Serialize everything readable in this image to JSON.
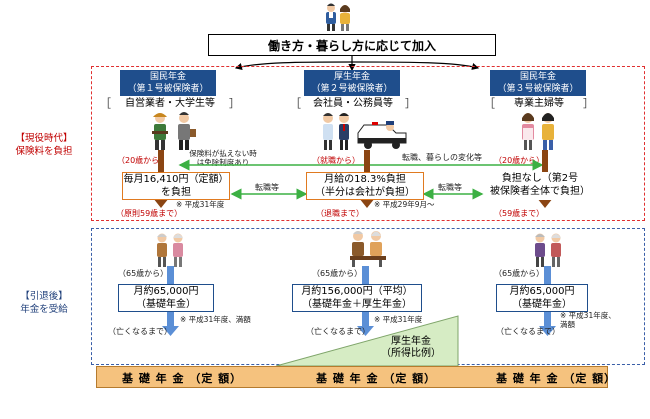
{
  "header": {
    "title": "働き方・暮らし方に応じて加入"
  },
  "sections": {
    "active": [
      "【現役時代】",
      "保険料を負担"
    ],
    "retired": [
      "【引退後】",
      "年金を受給"
    ]
  },
  "insured": [
    {
      "title": "国民年金",
      "sub": "（第１号被保険者）",
      "occupation": "自営業者・大学生等"
    },
    {
      "title": "厚生年金",
      "sub": "（第２号被保険者）",
      "occupation": "会社員・公務員等"
    },
    {
      "title": "国民年金",
      "sub": "（第３号被保険者）",
      "occupation": "専業主婦等"
    }
  ],
  "contribution": {
    "col1": {
      "start": "（20歳から）",
      "exempt": [
        "保険料が払えない時",
        "は免除制度あり"
      ],
      "box": [
        "毎月16,410円（定額）",
        "を負担"
      ],
      "note": "※ 平成31年度",
      "end": "（原則59歳まで）"
    },
    "col2": {
      "start": "（就職から）",
      "box": [
        "月給の18.3%負担",
        "（半分は会社が負担）"
      ],
      "note": "※ 平成29年9月～",
      "end": "（退職まで）"
    },
    "col3": {
      "start": "（20歳から）",
      "box": [
        "負担なし（第2号",
        "被保険者全体で負担）"
      ],
      "end": "（59歳まで）"
    },
    "transfer_top": "転職、暮らしの変化等",
    "transfer_left": "転職等",
    "transfer_right": "転職等"
  },
  "benefits": {
    "col1": {
      "start": "（65歳から）",
      "box": [
        "月約65,000円",
        "（基礎年金）"
      ],
      "note": "※ 平成31年度、満額",
      "end": "（亡くなるまで）"
    },
    "col2": {
      "start": "（65歳から）",
      "box": [
        "月約156,000円（平均）",
        "（基礎年金＋厚生年金）"
      ],
      "note": "※ 平成31年度",
      "end": "（亡くなるまで）"
    },
    "col3": {
      "start": "（65歳から）",
      "box": [
        "月約65,000円",
        "（基礎年金）"
      ],
      "note": [
        "※ 平成31年度、",
        "満額"
      ],
      "end": "（亡くなるまで）"
    }
  },
  "bottom": {
    "kosei": [
      "厚生年金",
      "（所得比例）"
    ],
    "kiso": [
      "基 礎 年 金 （定 額）",
      "基 礎 年 金 （定 額）",
      "基 礎 年 金 （定 額）"
    ]
  },
  "colors": {
    "navy": "#1f4e8c",
    "orange": "#e07a20",
    "red": "#c00000",
    "green": "#3cb043",
    "kiso": "#f5c27e",
    "kosei": "#d6ecc4"
  }
}
